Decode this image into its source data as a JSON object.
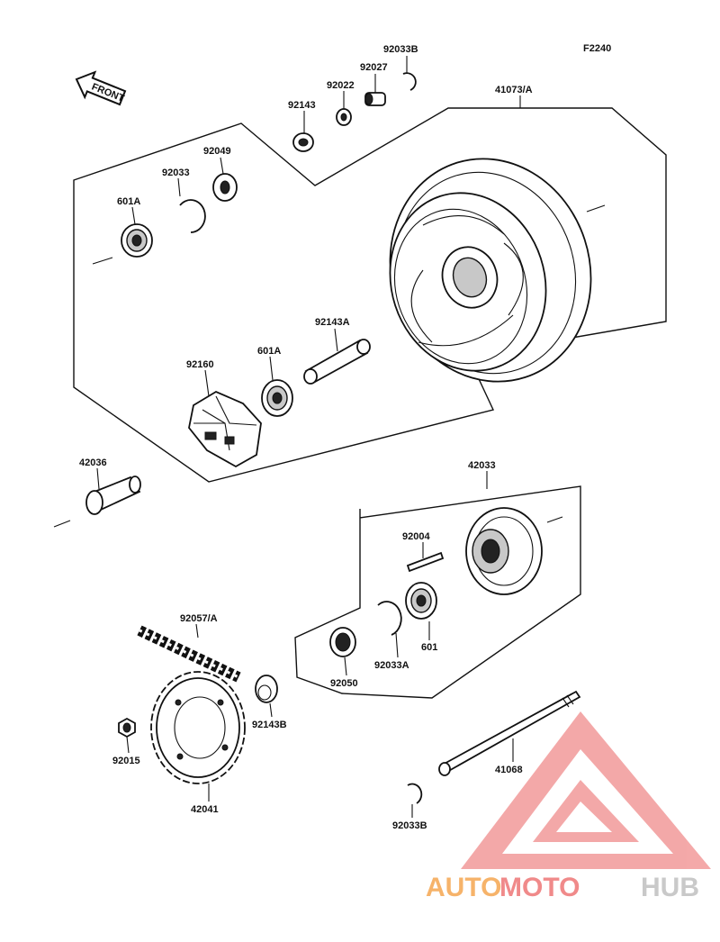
{
  "figure_code": "F2240",
  "front_label": "FRONT",
  "labels": {
    "p92033b_top": "92033B",
    "p92027": "92027",
    "p92022": "92022",
    "p92143": "92143",
    "p41073a": "41073/A",
    "p92049": "92049",
    "p92033": "92033",
    "p601a_left": "601A",
    "p92143a": "92143A",
    "p601a_mid": "601A",
    "p92160": "92160",
    "p42036": "42036",
    "p42033": "42033",
    "p92004": "92004",
    "p92057a": "92057/A",
    "p92050": "92050",
    "p92033a": "92033A",
    "p601": "601",
    "p92143b": "92143B",
    "p92015": "92015",
    "p41068": "41068",
    "p42041": "42041",
    "p92033b_bottom": "92033B"
  },
  "watermark": {
    "part1": "AUTO",
    "part2": "MOTO",
    "part3": "HUB",
    "colors": {
      "orange": "#f6b36a",
      "red": "#f08a8a",
      "gray": "#c9c9c9"
    }
  }
}
